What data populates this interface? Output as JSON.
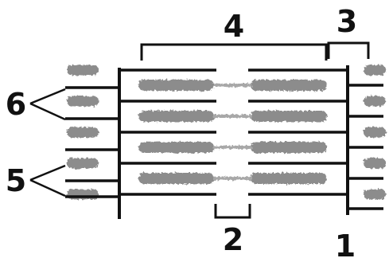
{
  "labels": {
    "n1": "1",
    "n2": "2",
    "n3": "3",
    "n4": "4",
    "n5": "5",
    "n6": "6"
  },
  "colors": {
    "ink": "#111111",
    "myosin": "#8c8c8c",
    "background": "#ffffff"
  }
}
